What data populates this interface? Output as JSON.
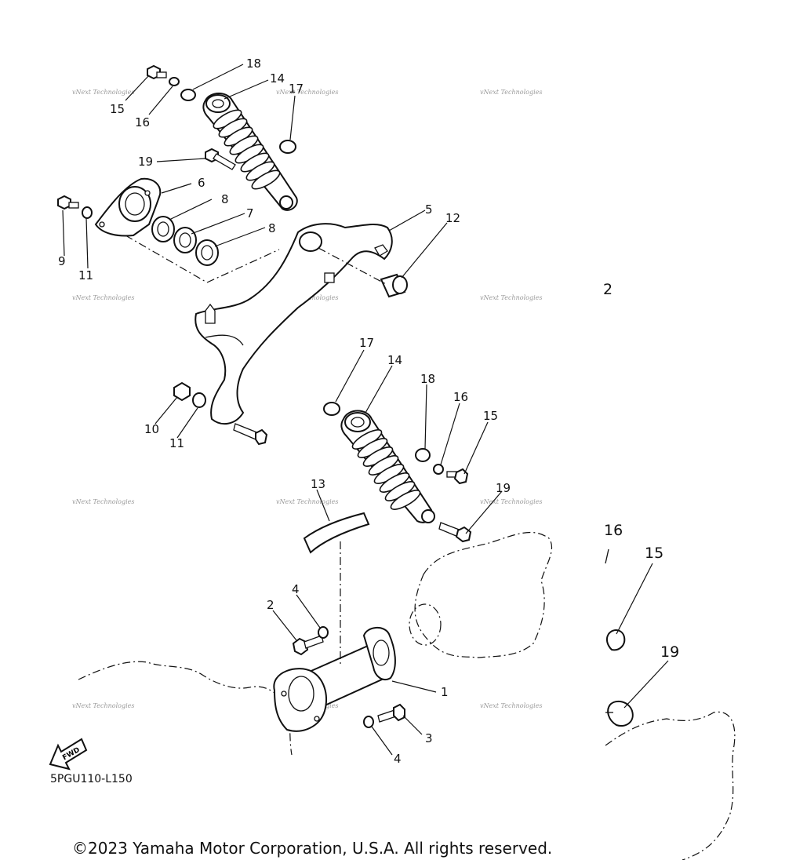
{
  "diagram": {
    "callouts": {
      "c1": "1",
      "c2": "2",
      "c3": "3",
      "c4a": "4",
      "c4b": "4",
      "c5": "5",
      "c6": "6",
      "c7": "7",
      "c8a": "8",
      "c8b": "8",
      "c9": "9",
      "c10": "10",
      "c11a": "11",
      "c11b": "11",
      "c12": "12",
      "c13": "13",
      "c14a": "14",
      "c14b": "14",
      "c15a": "15",
      "c15b": "15",
      "c15c": "15",
      "c16a": "16",
      "c16b": "16",
      "c16c": "16",
      "c17a": "17",
      "c17b": "17",
      "c18a": "18",
      "c18b": "18",
      "c19a": "19",
      "c19b": "19",
      "c19c": "19",
      "c2_side": "2"
    },
    "fwd_label": "FWD",
    "watermark": "vNext Technologies",
    "code": "5PGU110-L150"
  },
  "footer": {
    "copyright": "©2023 Yamaha Motor Corporation, U.S.A. All rights reserved."
  }
}
